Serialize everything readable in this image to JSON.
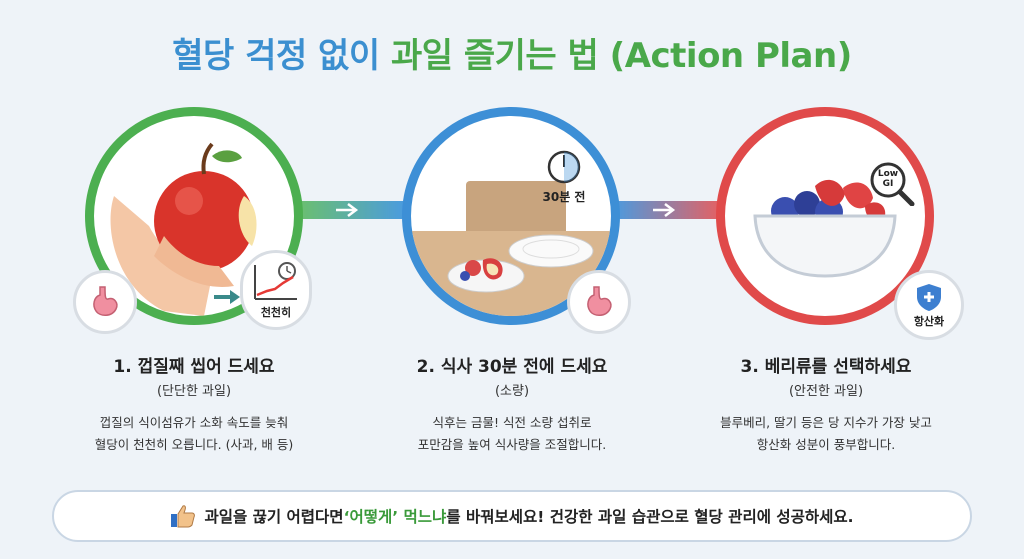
{
  "title": {
    "part1": "혈당 걱정 없이",
    "part2": "과일 즐기는 법 (Action Plan)"
  },
  "steps": [
    {
      "title": "1. 껍질째 씹어 드세요",
      "subtitle": "(단단한 과일)",
      "desc_line1": "껍질의 식이섬유가 소화 속도를 늦춰",
      "desc_line2": "혈당이 천천히 오릅니다. (사과, 배 등)",
      "badge_label": "천천히",
      "color": "#4caf50"
    },
    {
      "title": "2. 식사 30분 전에 드세요",
      "subtitle": "(소량)",
      "desc_line1": "식후는 금물! 식전 소량 섭취로",
      "desc_line2": "포만감을 높여 식사량을 조절합니다.",
      "timer_label": "30분 전",
      "color": "#3d8fd6"
    },
    {
      "title": "3. 베리류를 선택하세요",
      "subtitle": "(안전한 과일)",
      "desc_line1": "블루베리, 딸기 등은 당 지수가 가장 낮고",
      "desc_line2": "항산화 성분이 풍부합니다.",
      "gi_label_1": "Low",
      "gi_label_2": "GI",
      "badge_label": "항산화",
      "color": "#e04a4a"
    }
  ],
  "bottom": {
    "pre": "과일을 끊기 어렵다면 ",
    "highlight": "‘어떻게’ 먹느냐",
    "post": "를 바꿔보세요! 건강한 과일 습관으로 혈당 관리에 성공하세요."
  }
}
